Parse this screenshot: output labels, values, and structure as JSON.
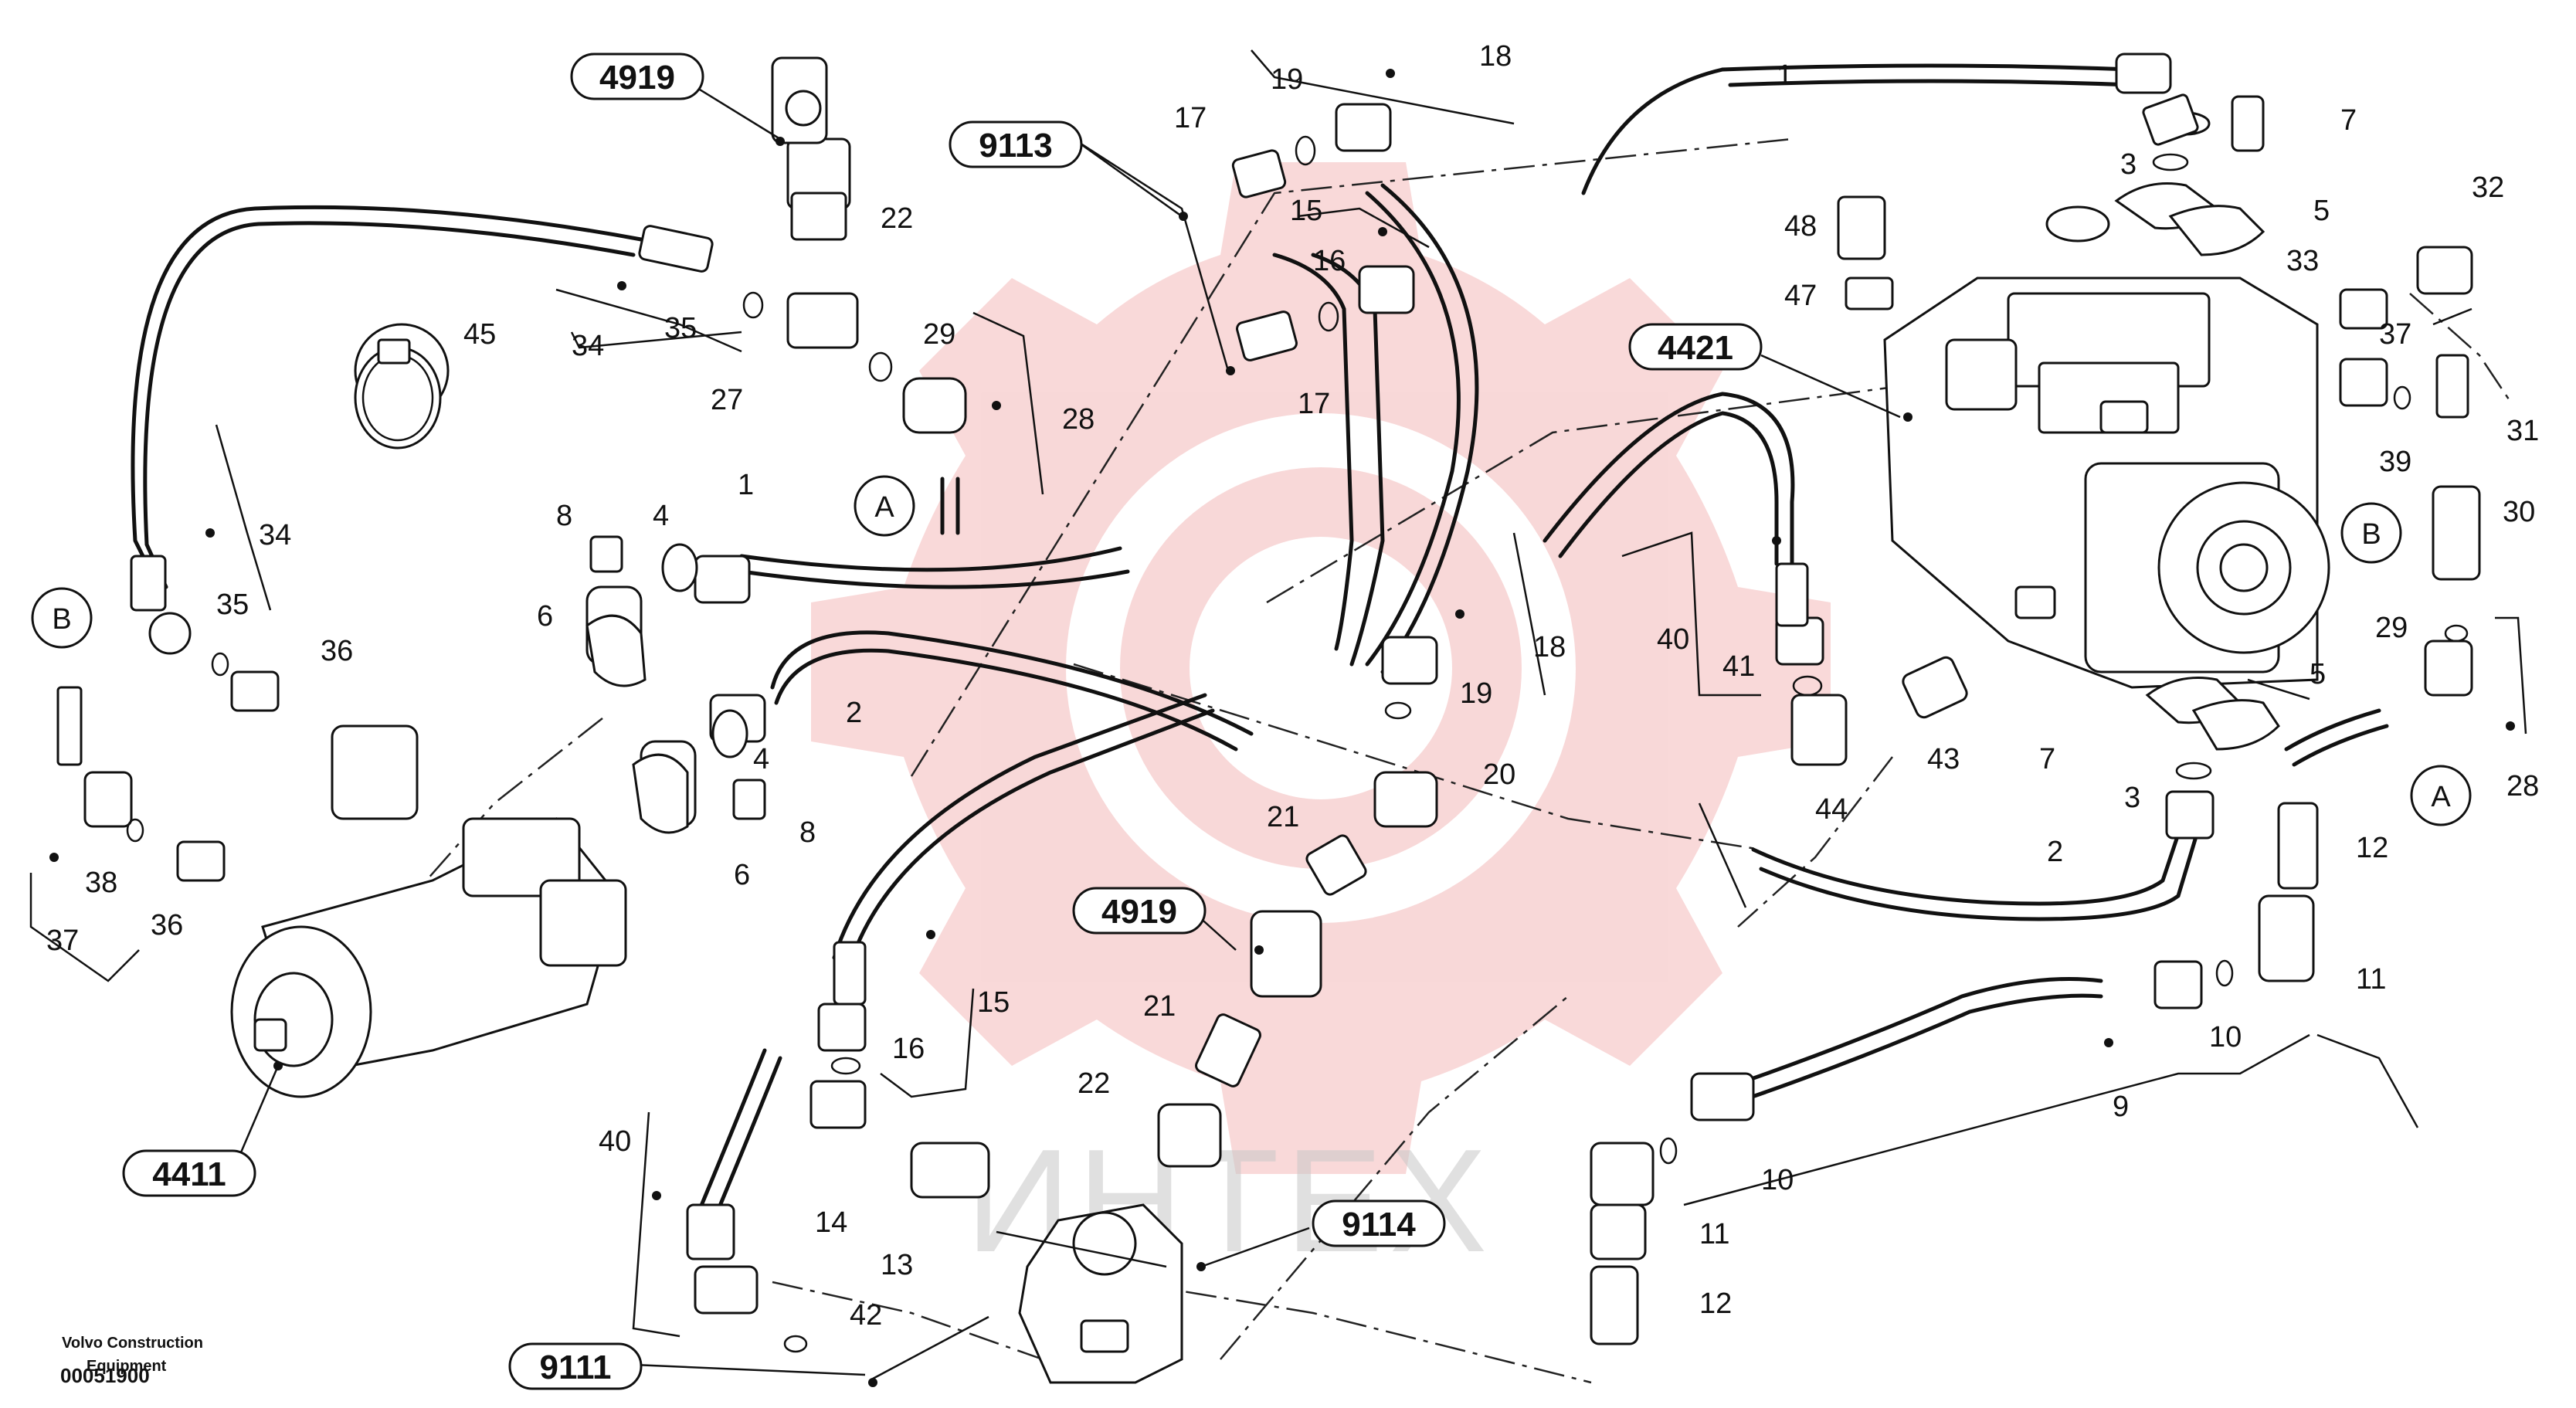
{
  "watermark": {
    "text": "ИНТЕХ",
    "gear_color": "#f6c9c9"
  },
  "footer": {
    "company": "Volvo Construction",
    "subtitle": "Equipment",
    "drawing_number": "00051900"
  },
  "assembly_labels": [
    "4919",
    "9113",
    "4421",
    "4919",
    "4411",
    "9114",
    "9111"
  ],
  "section_markers": [
    "A",
    "B",
    "B",
    "A"
  ],
  "callouts": [
    "1",
    "7",
    "3",
    "5",
    "18",
    "19",
    "17",
    "15",
    "16",
    "17",
    "22",
    "35",
    "27",
    "29",
    "28",
    "34",
    "45",
    "34",
    "35",
    "36",
    "8",
    "4",
    "6",
    "4",
    "2",
    "1",
    "8",
    "6",
    "19",
    "20",
    "21",
    "18",
    "40",
    "41",
    "44",
    "43",
    "48",
    "47",
    "32",
    "33",
    "37",
    "31",
    "39",
    "30",
    "29",
    "5",
    "7",
    "3",
    "28",
    "2",
    "12",
    "11",
    "10",
    "9",
    "10",
    "11",
    "12",
    "38",
    "36",
    "37",
    "21",
    "22",
    "14",
    "13",
    "16",
    "15",
    "40",
    "42"
  ]
}
